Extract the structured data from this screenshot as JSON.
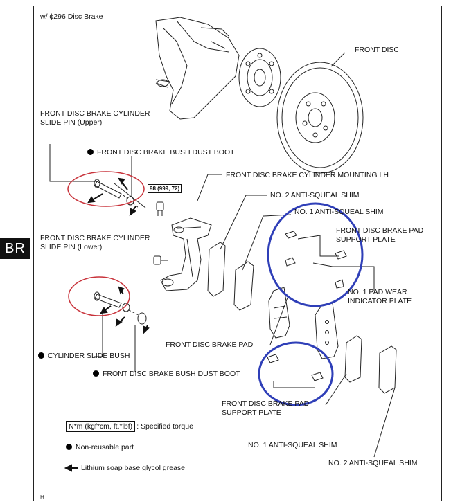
{
  "section_tab": "BR",
  "header": "w/ ϕ296 Disc Brake",
  "labels": {
    "front_disc": "FRONT DISC",
    "slide_pin_upper": "FRONT DISC BRAKE CYLINDER\nSLIDE PIN (Upper)",
    "bush_dust_boot_top": "FRONT DISC BRAKE BUSH DUST BOOT",
    "cylinder_mounting": "FRONT DISC BRAKE CYLINDER MOUNTING LH",
    "no2_shim_top": "NO. 2 ANTI-SQUEAL SHIM",
    "no1_shim_top": "NO. 1 ANTI-SQUEAL SHIM",
    "pad_support_plate_top": "FRONT DISC BRAKE PAD\nSUPPORT PLATE",
    "slide_pin_lower": "FRONT DISC BRAKE CYLINDER\nSLIDE PIN (Lower)",
    "wear_indicator": "NO. 1 PAD WEAR\nINDICATOR PLATE",
    "brake_pad": "FRONT DISC BRAKE PAD",
    "cylinder_slide_bush": "CYLINDER SLIDE BUSH",
    "bush_dust_boot_bottom": "FRONT DISC BRAKE BUSH DUST BOOT",
    "pad_support_plate_bottom": "FRONT DISC BRAKE PAD\nSUPPORT PLATE",
    "no1_shim_bottom": "NO. 1 ANTI-SQUEAL SHIM",
    "no2_shim_bottom": "NO. 2 ANTI-SQUEAL SHIM"
  },
  "torque_spec": "98 (999, 72)",
  "legend": {
    "torque_box": "N*m (kgf*cm, ft.*lbf)",
    "torque_text": ": Specified torque",
    "non_reusable": "Non-reusable part",
    "grease": "Lithium soap base glycol grease"
  },
  "corner_left": "H",
  "colors": {
    "red_circle": "#c8323a",
    "blue_circle": "#2f3fb8",
    "ink": "#222222"
  }
}
